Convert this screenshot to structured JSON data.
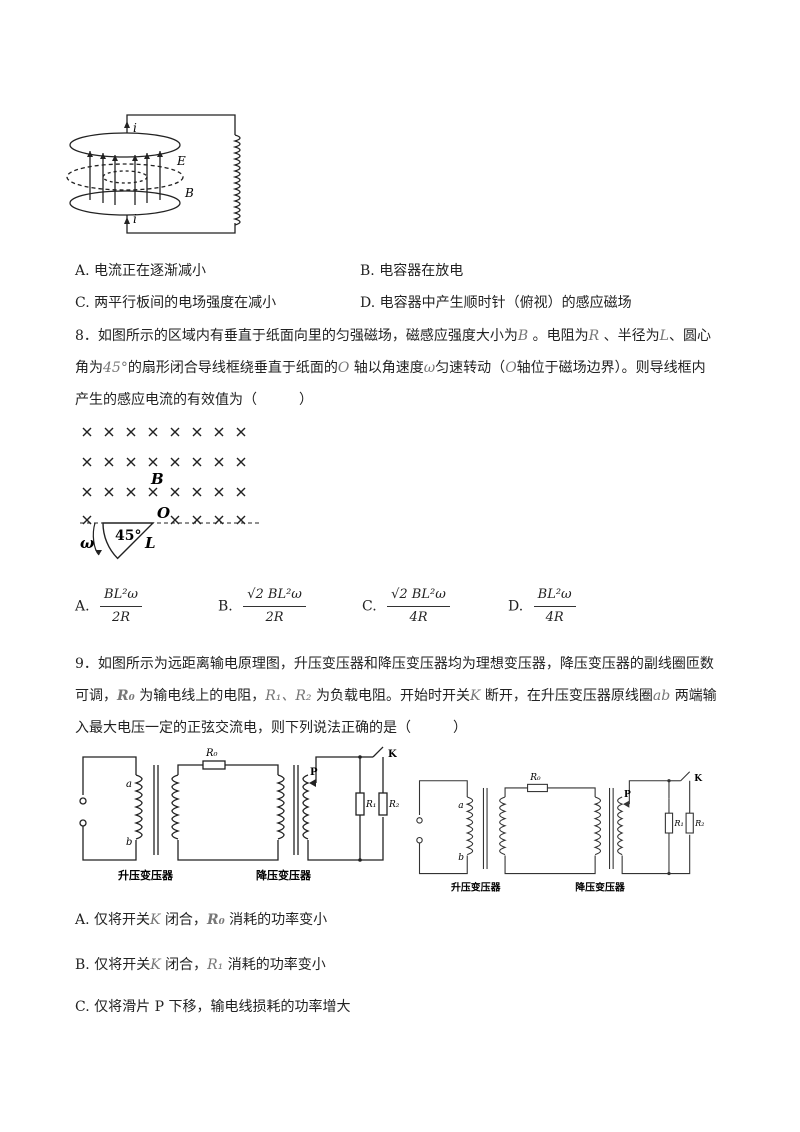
{
  "q7": {
    "figure_labels": {
      "i_top": "i",
      "i_bottom": "i",
      "E": "E",
      "B": "B"
    },
    "options": [
      {
        "letter": "A.",
        "text": "电流正在逐渐减小"
      },
      {
        "letter": "B.",
        "text": "电容器在放电"
      },
      {
        "letter": "C.",
        "text": "两平行板间的电场强度在减小"
      },
      {
        "letter": "D.",
        "text": "电容器中产生顺时针（俯视）的感应磁场"
      }
    ]
  },
  "q8": {
    "line1_a": "8．如图所示的区域内有垂直于纸面向里的匀强磁场，磁感应强度大小为",
    "sym_B": "B",
    "line1_b": "。电阻为",
    "sym_R": "R",
    "line1_c": "、半径为",
    "sym_L": "L",
    "line1_d": "、圆心",
    "line2_a": "角为",
    "sym_45": "45°",
    "line2_b": "的扇形闭合导线框绕垂直于纸面的",
    "sym_O": "O",
    "line2_c": "轴以角速度",
    "sym_omega": "ω",
    "line2_d": "匀速转动（",
    "sym_O2": "O",
    "line2_e": "轴位于磁场边界）。则导线框内",
    "line3": "产生的感应电流的有效值为（　　　）",
    "figure_labels": {
      "B": "B",
      "O": "O",
      "angle": "45°",
      "L": "L",
      "omega": "ω"
    },
    "options": [
      {
        "letter": "A.",
        "num": "BL²ω",
        "den": "2R"
      },
      {
        "letter": "B.",
        "num": "√2 BL²ω",
        "den": "2R"
      },
      {
        "letter": "C.",
        "num": "√2 BL²ω",
        "den": "4R"
      },
      {
        "letter": "D.",
        "num": "BL²ω",
        "den": "4R"
      }
    ]
  },
  "q9": {
    "line1": "9．如图所示为远距离输电原理图，升压变压器和降压变压器均为理想变压器，降压变压器的副线圈匝数",
    "line2_a": "可调，",
    "sym_R0": "R₀",
    "line2_b": "为输电线上的电阻，",
    "sym_R1R2": "R₁、R₂",
    "line2_c": "为负载电阻。开始时开关",
    "sym_K": "K",
    "line2_d": "断开，在升压变压器原线圈",
    "sym_ab": "ab",
    "line2_e": "两端输",
    "line3": "入最大电压一定的正弦交流电，则下列说法正确的是（　　　）",
    "figure_labels": {
      "R0": "R₀",
      "a": "a",
      "b": "b",
      "P": "P",
      "K": "K",
      "R1": "R₁",
      "R2": "R₂",
      "step_up": "升压变压器",
      "step_down": "降压变压器"
    },
    "options": [
      {
        "letter": "A.",
        "pre": "仅将开关",
        "sym": "K",
        "mid": "闭合，",
        "sym2": "R₀",
        "post": "消耗的功率变小"
      },
      {
        "letter": "B.",
        "pre": "仅将开关",
        "sym": "K",
        "mid": "闭合，",
        "sym2": "R₁",
        "post": "消耗的功率变小"
      },
      {
        "letter": "C.",
        "text": "仅将滑片 P 下移，输电线损耗的功率增大"
      }
    ]
  }
}
